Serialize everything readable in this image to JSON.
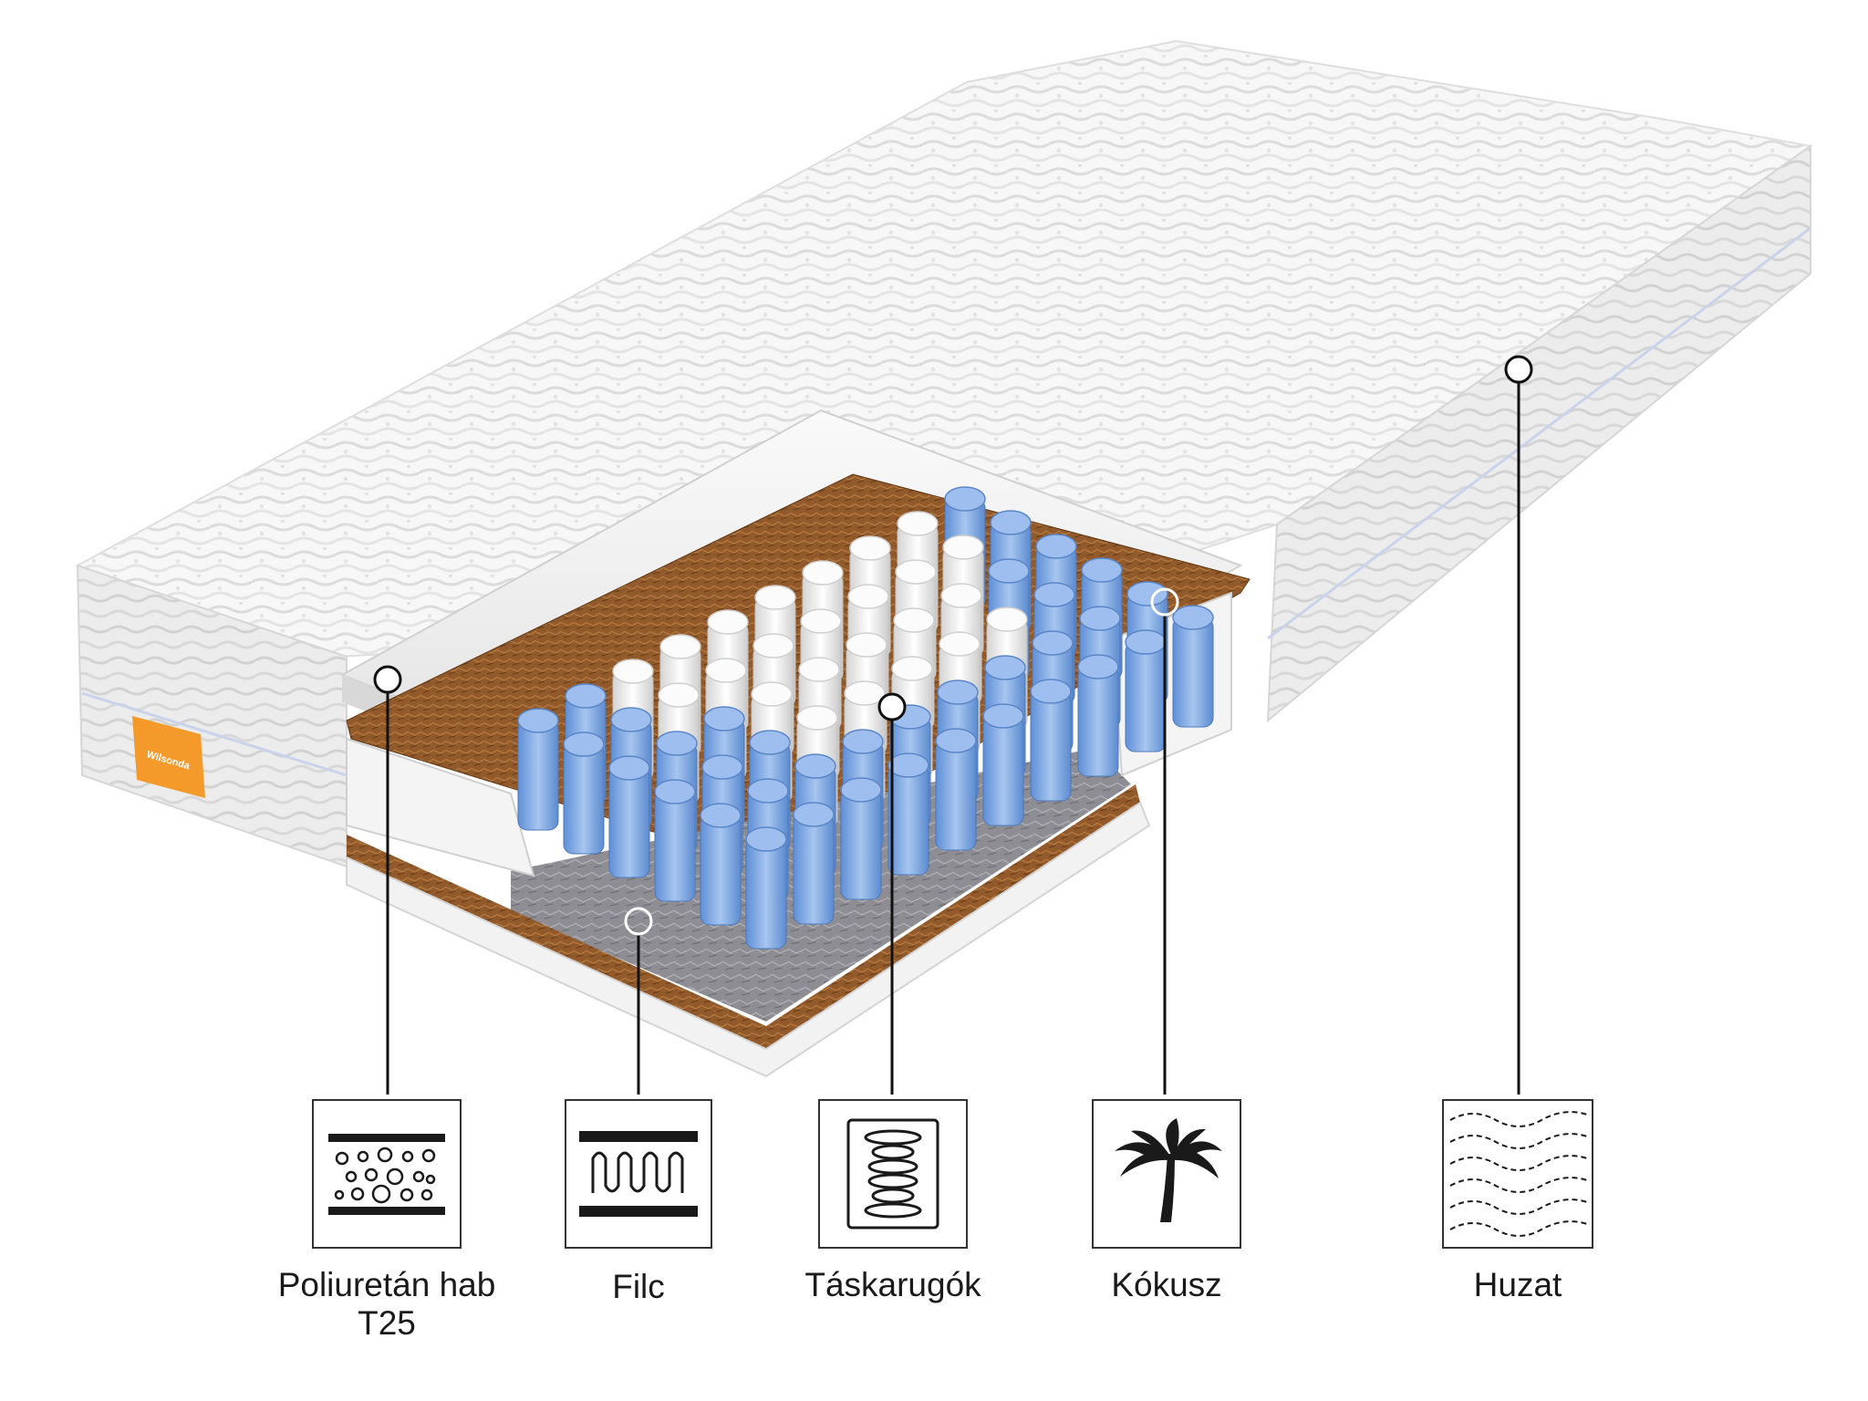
{
  "brand": {
    "name": "Wilsonda",
    "tag_color": "#f39a2b"
  },
  "colors": {
    "cover": "#f6f6f6",
    "foam": "#f1f1f1",
    "coconut": "#8b5a2b",
    "spring_blue": "#7fa9e0",
    "spring_white": "#eeeeee",
    "felt": "#8f8f95",
    "line": "#111111"
  },
  "layers": [
    {
      "id": "foam",
      "icon": "foam-layer-icon",
      "line1": "Poliuretán hab",
      "line2": "T25"
    },
    {
      "id": "felt",
      "icon": "felt-layer-icon",
      "line1": "Filc",
      "line2": ""
    },
    {
      "id": "springs",
      "icon": "pocket-spring-icon",
      "line1": "Táskarugók",
      "line2": ""
    },
    {
      "id": "coconut",
      "icon": "palm-tree-icon",
      "line1": "Kókusz",
      "line2": ""
    },
    {
      "id": "cover",
      "icon": "wavy-fabric-icon",
      "line1": "Huzat",
      "line2": ""
    }
  ]
}
